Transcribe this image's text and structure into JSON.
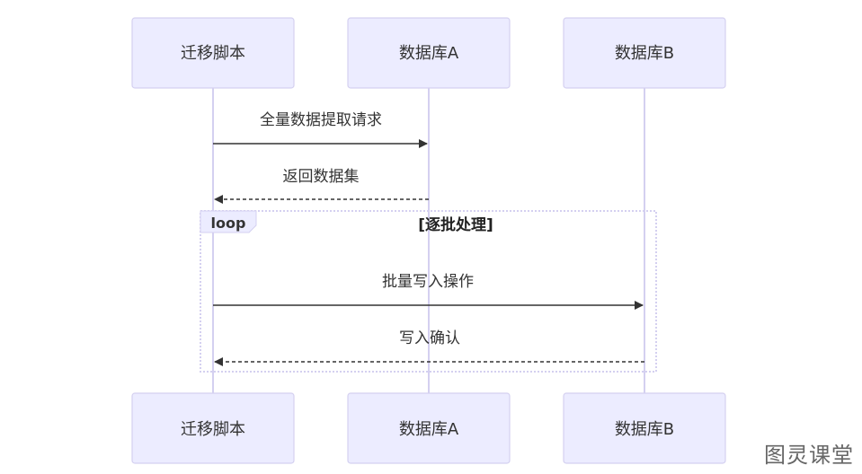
{
  "participants": [
    {
      "label": "迁移脚本"
    },
    {
      "label": "数据库A"
    },
    {
      "label": "数据库B"
    }
  ],
  "messages": [
    {
      "label": "全量数据提取请求",
      "from": 0,
      "to": 1,
      "style": "solid"
    },
    {
      "label": "返回数据集",
      "from": 1,
      "to": 0,
      "style": "dashed"
    },
    {
      "label": "批量写入操作",
      "from": 0,
      "to": 2,
      "style": "solid"
    },
    {
      "label": "写入确认",
      "from": 2,
      "to": 0,
      "style": "dashed"
    }
  ],
  "loop": {
    "tag": "loop",
    "condition": "[逐批处理]"
  },
  "watermark": "图灵课堂",
  "colors": {
    "actor_fill": "#ececff",
    "actor_border": "#d4d0f0",
    "line": "#333333"
  }
}
